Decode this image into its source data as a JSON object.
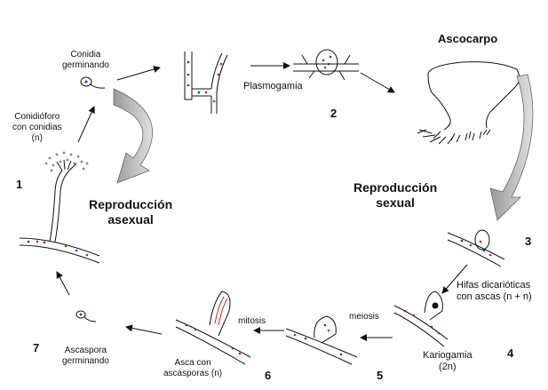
{
  "labels": {
    "conidia_germinando": "Conidia\ngerminando",
    "conidioforo": "Conidióforo\ncon conidias\n(n)",
    "plasmogamia": "Plasmogamia",
    "ascocarpo": "Ascocarpo",
    "reproduccion_sexual": "Reproducción\nsexual",
    "reproduccion_asexual": "Reproducción\nasexual",
    "hifas_dicarioticas": "Hifas dicarióticas\ncon ascas (n + n)",
    "kariogamia": "Kariogamia\n(2n)",
    "meiosis": "meiosis",
    "mitosis": "mitosis",
    "asca_con_ascasporas": "Asca con\nascasporas (n)",
    "ascaspora_germinando": "Ascaspora\ngerminando"
  },
  "stage_numbers": {
    "n1": "1",
    "n2": "2",
    "n3": "3",
    "n4": "4",
    "n5": "5",
    "n6": "6",
    "n7": "7"
  },
  "colors": {
    "ink": "#111111",
    "nucleus_blue": "#2233cc",
    "nucleus_red": "#cc2222",
    "arrow_fill": "#c8c8c8"
  }
}
